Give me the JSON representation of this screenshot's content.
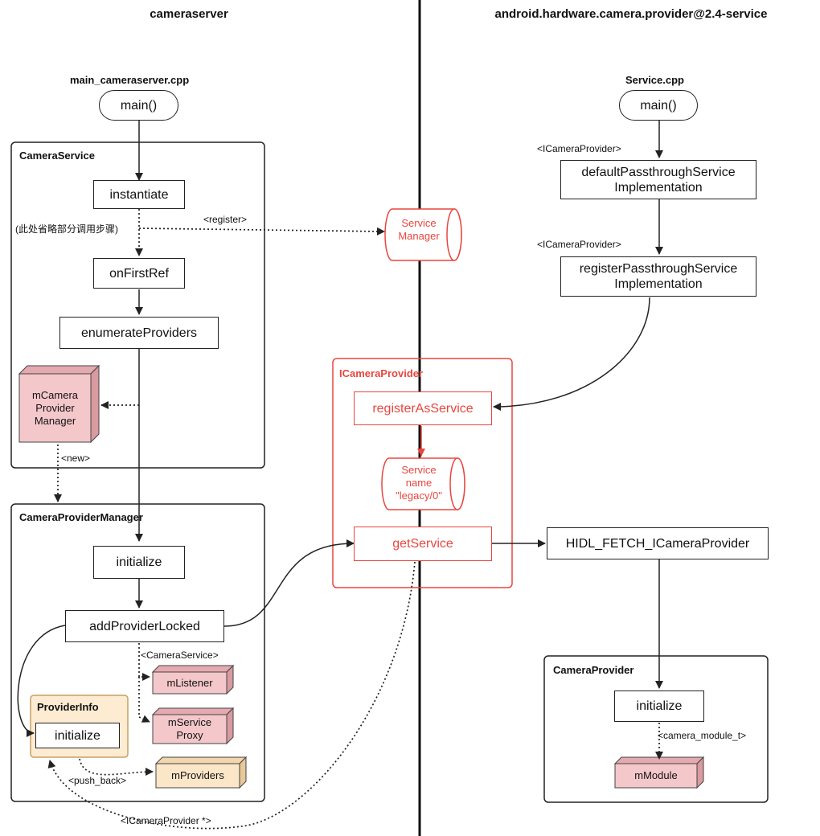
{
  "headers": {
    "left": "cameraserver",
    "right": "android.hardware.camera.provider@2.4-service"
  },
  "files": {
    "left": "main_cameraserver.cpp",
    "right": "Service.cpp"
  },
  "containers": {
    "camera_service": "CameraService",
    "camera_provider_manager": "CameraProviderManager",
    "icamera_provider": "ICameraProvider",
    "camera_provider": "CameraProvider",
    "provider_info": "ProviderInfo"
  },
  "boxes": {
    "main_left": "main()",
    "instantiate": "instantiate",
    "on_first_ref": "onFirstRef",
    "enumerate_providers": "enumerateProviders",
    "initialize_cpm": "initialize",
    "add_provider_locked": "addProviderLocked",
    "initialize_pi": "initialize",
    "main_right": "main()",
    "default_passthrough": "defaultPassthroughService\nImplementation",
    "register_passthrough": "registerPassthroughService\nImplementation",
    "register_as_service": "registerAsService",
    "get_service": "getService",
    "hidl_fetch": "HIDL_FETCH_ICameraProvider",
    "initialize_cp": "initialize"
  },
  "cylinders": {
    "service_manager": "Service\nManager",
    "service_name": "Service\nname\n\"legacy/0\""
  },
  "cubes": {
    "m_camera_provider_manager": "mCamera\nProvider\nManager",
    "m_listener": "mListener",
    "m_service_proxy": "mService\nProxy",
    "m_providers": "mProviders",
    "m_module": "mModule"
  },
  "labels": {
    "note_omitted": "(此处省略部分调用步骤)",
    "register": "<register>",
    "new": "<new>",
    "icp_type_1": "<ICameraProvider>",
    "icp_type_2": "<ICameraProvider>",
    "camera_service_type": "<CameraService>",
    "push_back": "<push_back>",
    "icp_ptr": "<ICameraProvider *>",
    "camera_module_t": "<camera_module_t>"
  },
  "colors": {
    "line": "#222222",
    "accent_red": "#e8463f",
    "cube_pink_front": "#f4c7cb",
    "cube_pink_side": "#d99aa0",
    "cube_peach_front": "#fbe6c8",
    "cube_peach_side": "#e8c99a",
    "provider_info_bg": "#fdebd2"
  }
}
